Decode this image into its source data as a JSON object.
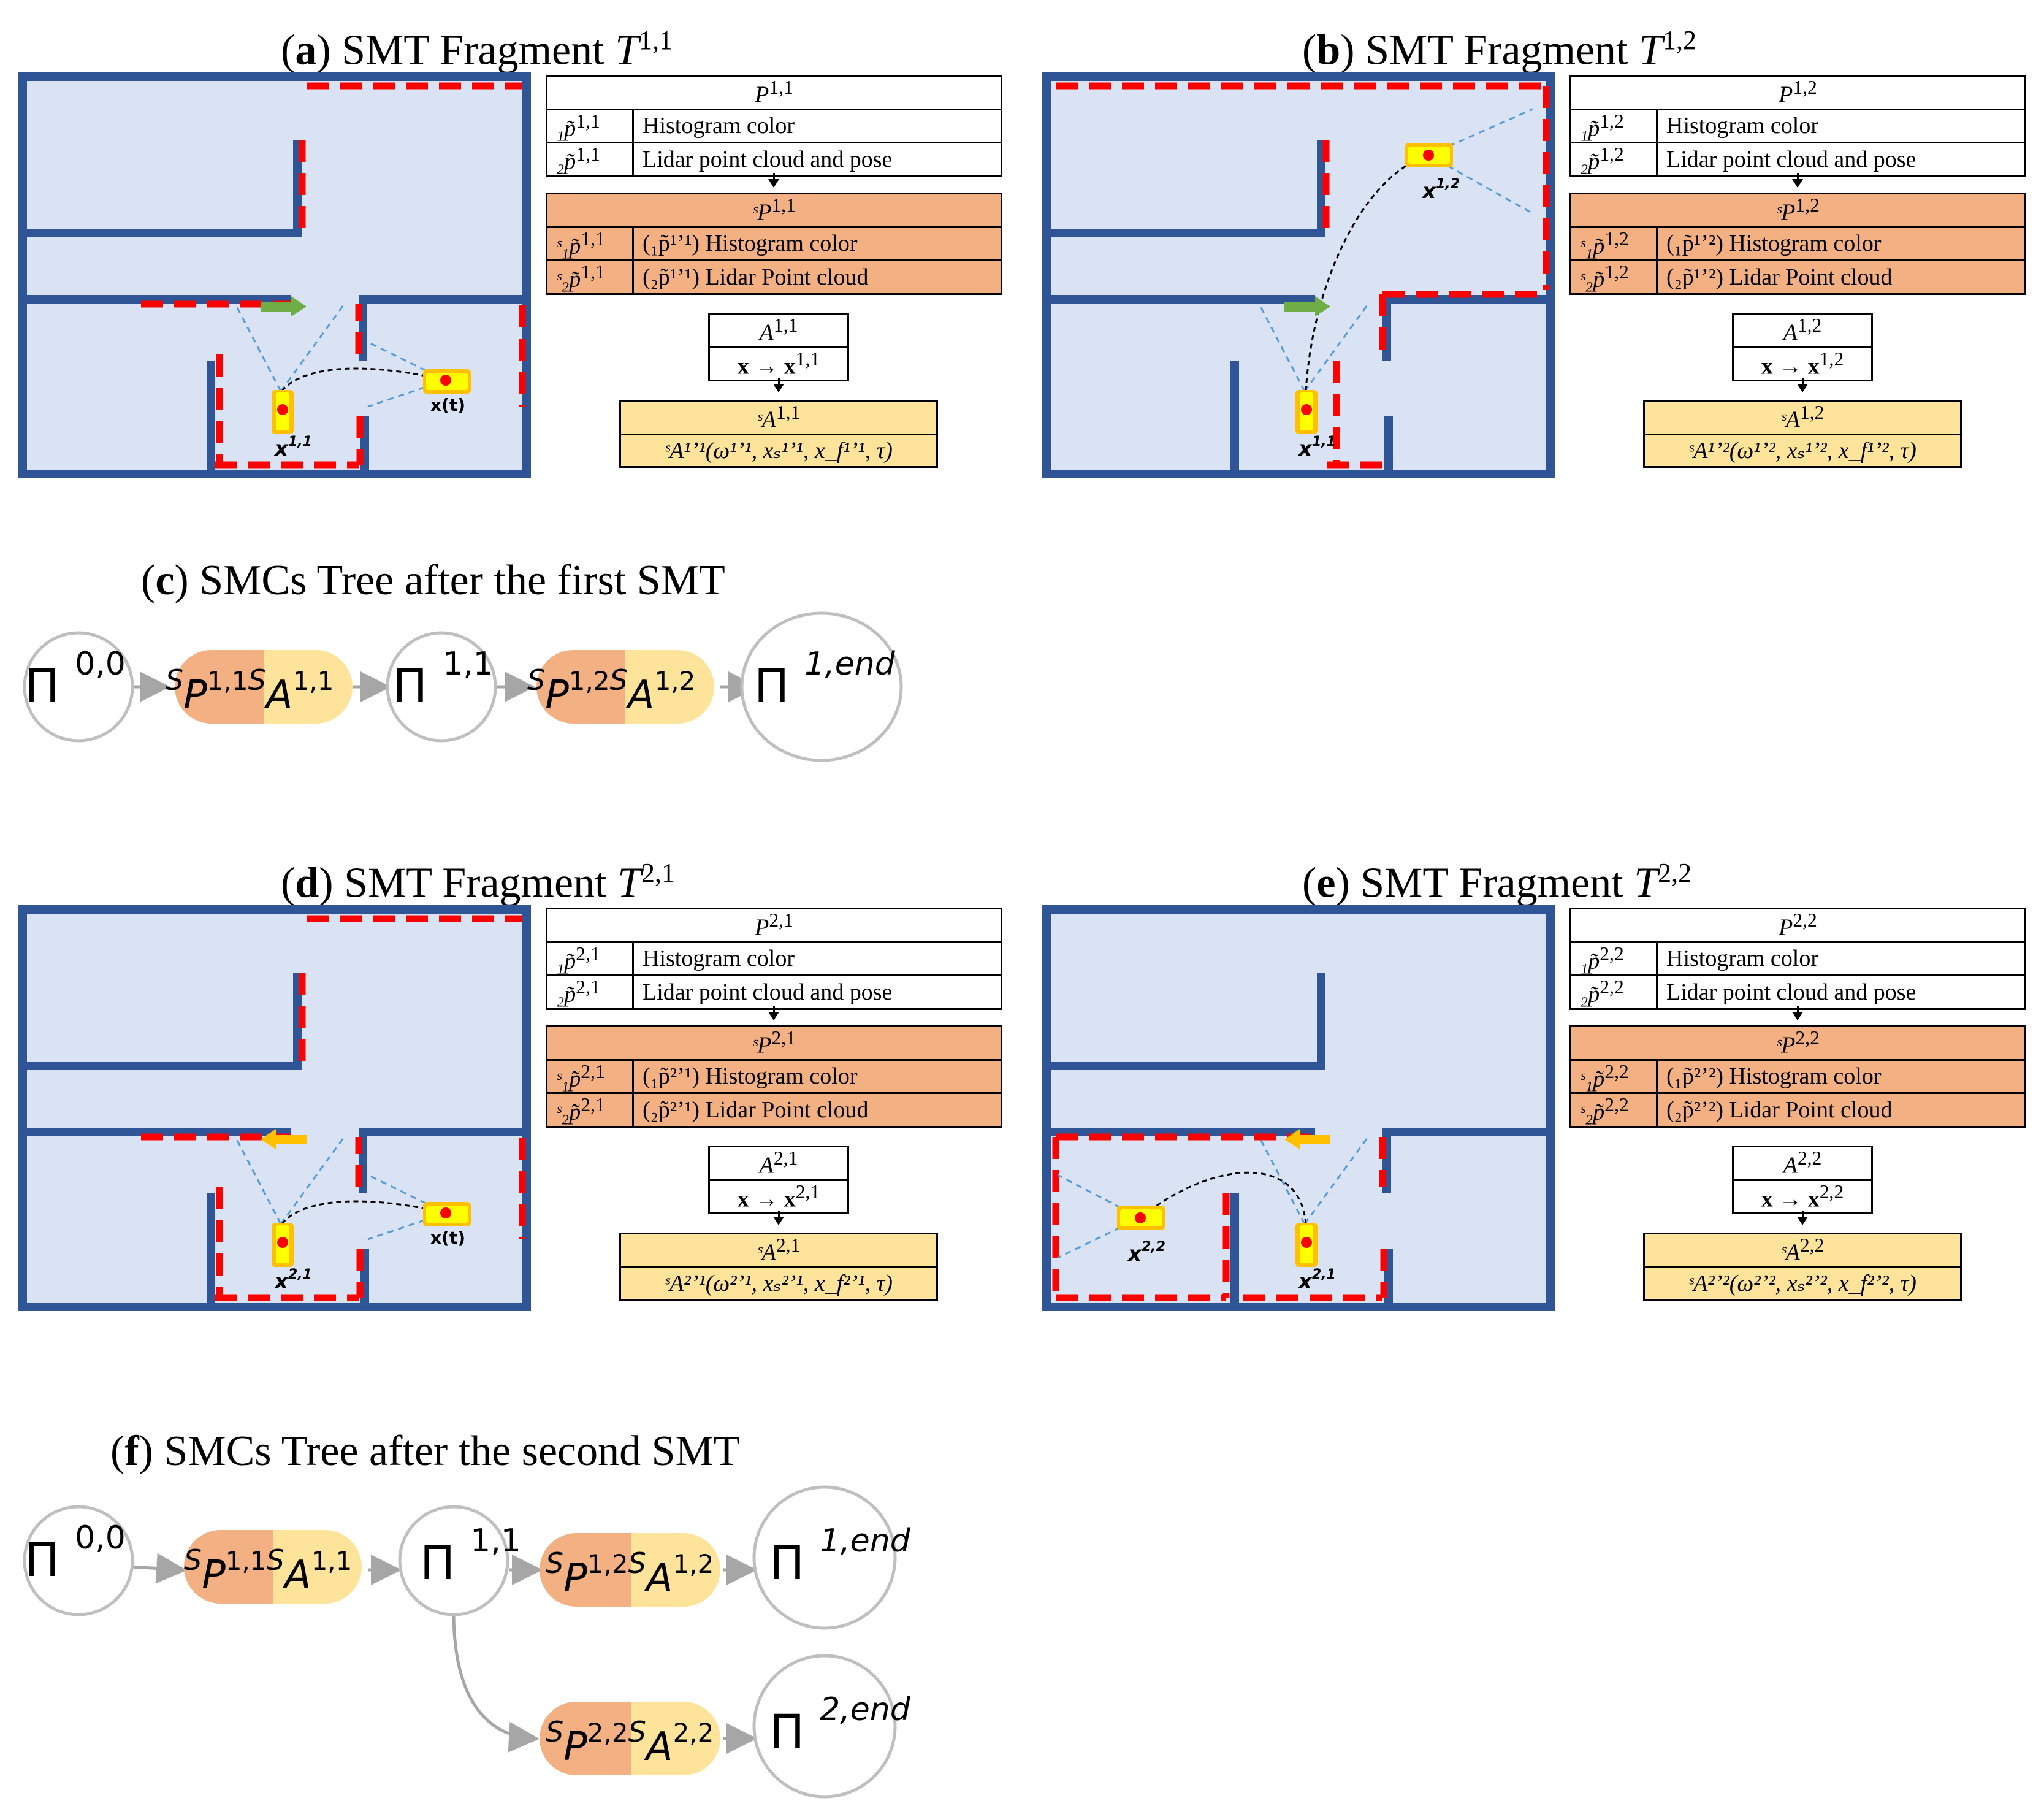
{
  "panels": {
    "a": {
      "letter": "a",
      "title": "SMT Fragment",
      "sup": "1,1",
      "p_header": "P",
      "p_rows": [
        {
          "sym": "₁p̃",
          "sup": "1,1",
          "text": "Histogram color"
        },
        {
          "sym": "₂p̃",
          "sup": "1,1",
          "text": "Lidar point cloud and pose"
        }
      ],
      "sp_header": "ˢP",
      "sp_rows": [
        {
          "sym": "ˢ₁p̃",
          "sup": "1,1",
          "text": "(₁p̃¹ʼ¹) Histogram color"
        },
        {
          "sym": "ˢ₂p̃",
          "sup": "1,1",
          "text": "(₂p̃¹ʼ¹) Lidar Point cloud"
        }
      ],
      "a_header": "A",
      "a_row": "x → x",
      "a_sup": "1,1",
      "sa_header": "ˢA",
      "sa_row": "ˢA¹ʼ¹(ω¹ʼ¹, xₛ¹ʼ¹, x_f¹ʼ¹, τ)",
      "robot_labels": [
        "x",
        "x(t)"
      ],
      "robot_sups": [
        "1,1",
        ""
      ]
    },
    "b": {
      "letter": "b",
      "title": "SMT Fragment",
      "sup": "1,2",
      "p_header": "P",
      "p_rows": [
        {
          "sym": "₁p̃",
          "sup": "1,2",
          "text": "Histogram color"
        },
        {
          "sym": "₂p̃",
          "sup": "1,2",
          "text": "Lidar point cloud and pose"
        }
      ],
      "sp_header": "ˢP",
      "sp_rows": [
        {
          "sym": "ˢ₁p̃",
          "sup": "1,2",
          "text": "(₁p̃¹ʼ²) Histogram color"
        },
        {
          "sym": "ˢ₂p̃",
          "sup": "1,2",
          "text": "(₂p̃¹ʼ²) Lidar Point cloud"
        }
      ],
      "a_header": "A",
      "a_row": "x → x",
      "a_sup": "1,2",
      "sa_header": "ˢA",
      "sa_row": "ˢA¹ʼ²(ω¹ʼ², xₛ¹ʼ², x_f¹ʼ², τ)",
      "robot_labels": [
        "x",
        "x"
      ],
      "robot_sups": [
        "1,1",
        "1,2"
      ]
    },
    "d": {
      "letter": "d",
      "title": "SMT Fragment",
      "sup": "2,1",
      "p_header": "P",
      "p_rows": [
        {
          "sym": "₁p̃",
          "sup": "2,1",
          "text": "Histogram color"
        },
        {
          "sym": "₂p̃",
          "sup": "2,1",
          "text": "Lidar point cloud and pose"
        }
      ],
      "sp_header": "ˢP",
      "sp_rows": [
        {
          "sym": "ˢ₁p̃",
          "sup": "2,1",
          "text": "(₁p̃²ʼ¹) Histogram color"
        },
        {
          "sym": "ˢ₂p̃",
          "sup": "2,1",
          "text": "(₂p̃²ʼ¹) Lidar Point cloud"
        }
      ],
      "a_header": "A",
      "a_row": "x → x",
      "a_sup": "2,1",
      "sa_header": "ˢA",
      "sa_row": "ˢA²ʼ¹(ω²ʼ¹, xₛ²ʼ¹, x_f²ʼ¹, τ)",
      "robot_labels": [
        "x",
        "x(t)"
      ],
      "robot_sups": [
        "2,1",
        ""
      ]
    },
    "e": {
      "letter": "e",
      "title": "SMT Fragment",
      "sup": "2,2",
      "p_header": "P",
      "p_rows": [
        {
          "sym": "₁p̃",
          "sup": "2,2",
          "text": "Histogram color"
        },
        {
          "sym": "₂p̃",
          "sup": "2,2",
          "text": "Lidar point cloud and pose"
        }
      ],
      "sp_header": "ˢP",
      "sp_rows": [
        {
          "sym": "ˢ₁p̃",
          "sup": "2,2",
          "text": "(₁p̃²ʼ²) Histogram color"
        },
        {
          "sym": "ˢ₂p̃",
          "sup": "2,2",
          "text": "(₂p̃²ʼ²) Lidar Point cloud"
        }
      ],
      "a_header": "A",
      "a_row": "x → x",
      "a_sup": "2,2",
      "sa_header": "ˢA",
      "sa_row": "ˢA²ʼ²(ω²ʼ², xₛ²ʼ², x_f²ʼ², τ)",
      "robot_labels": [
        "x",
        "x"
      ],
      "robot_sups": [
        "2,2",
        "2,1"
      ]
    }
  },
  "tree_c": {
    "letter": "c",
    "title": "SMCs Tree after the first SMT",
    "nodes": [
      "Π",
      "Π",
      "Π"
    ],
    "node_sups": [
      "0,0",
      "1,1",
      "1,end"
    ],
    "pills": [
      {
        "p": "P",
        "p_sup": "1,1",
        "a": "A",
        "a_sup": "1,1"
      },
      {
        "p": "P",
        "p_sup": "1,2",
        "a": "A",
        "a_sup": "1,2"
      }
    ]
  },
  "tree_f": {
    "letter": "f",
    "title": "SMCs Tree after the second SMT",
    "nodes": [
      "Π",
      "Π",
      "Π",
      "Π"
    ],
    "node_sups": [
      "0,0",
      "1,1",
      "1,end",
      "2,end"
    ],
    "pills": [
      {
        "p": "P",
        "p_sup": "1,1",
        "a": "A",
        "a_sup": "1,1"
      },
      {
        "p": "P",
        "p_sup": "1,2",
        "a": "A",
        "a_sup": "1,2"
      },
      {
        "p": "P",
        "p_sup": "2,2",
        "a": "A",
        "a_sup": "2,2"
      }
    ]
  },
  "colors": {
    "wall": "#2f5597",
    "floor": "#dae3f3",
    "frontier": "#ff0000",
    "orange": "#f3b083",
    "yellow": "#fde49a",
    "robot": "#ffff00",
    "arrow_green": "#70ad47",
    "arrow_orange": "#ffc000",
    "edge": "#a6a6a6"
  }
}
